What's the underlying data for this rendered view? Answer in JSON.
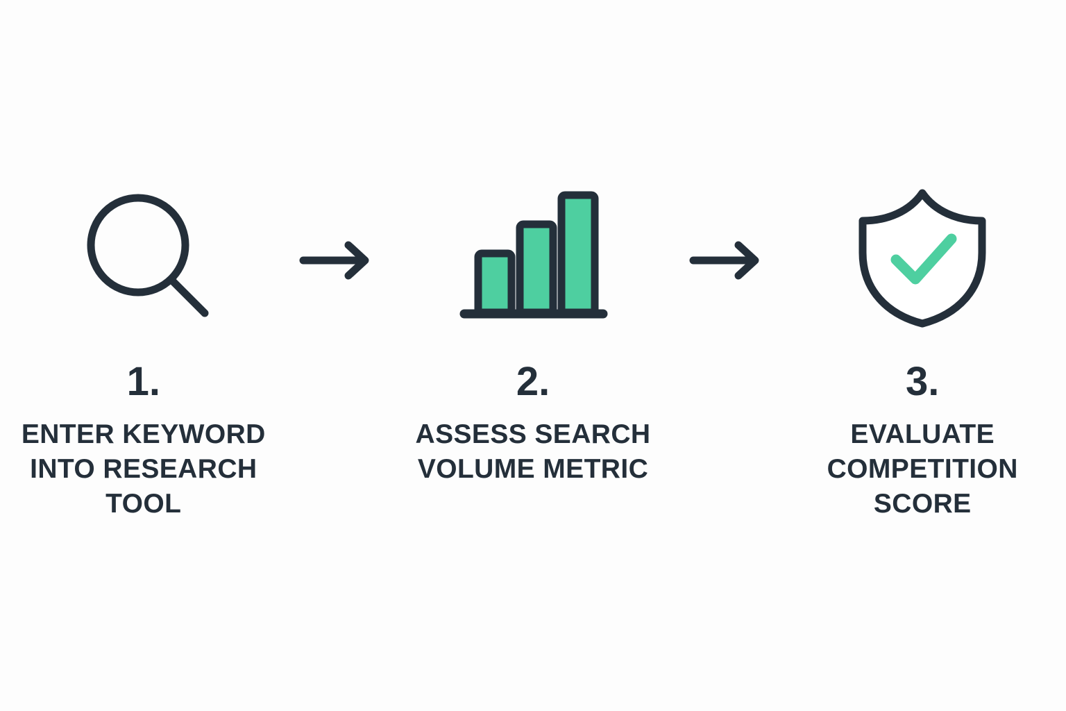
{
  "diagram": {
    "title": "Keyword research three step process",
    "background_color": "#fdfdfd",
    "dark_color": "#242f3a",
    "accent_color": "#4ecfa0",
    "steps": [
      {
        "number": "1.",
        "icon": "magnifying-glass-icon",
        "title_lines": [
          "ENTER KEYWORD",
          "INTO RESEARCH",
          "TOOL"
        ],
        "title_text": "ENTER KEYWORD INTO RESEARCH TOOL"
      },
      {
        "number": "2.",
        "icon": "bar-chart-icon",
        "title_lines": [
          "ASSESS SEARCH",
          "VOLUME METRIC"
        ],
        "title_text": "ASSESS SEARCH VOLUME METRIC"
      },
      {
        "number": "3.",
        "icon": "shield-check-icon",
        "title_lines": [
          "EVALUATE",
          "COMPETITION",
          "SCORE"
        ],
        "title_text": "EVALUATE COMPETITION SCORE"
      }
    ],
    "connectors": [
      {
        "icon": "arrow-right-icon",
        "between": "step-1-to-step-2"
      },
      {
        "icon": "arrow-right-icon",
        "between": "step-2-to-step-3"
      }
    ],
    "chart_icon_bars": {
      "type": "bar",
      "categories": [
        "1",
        "2",
        "3"
      ],
      "values": [
        1,
        1.45,
        1.9
      ],
      "bar_color": "#4ecfa0",
      "outline_color": "#242f3a"
    }
  }
}
